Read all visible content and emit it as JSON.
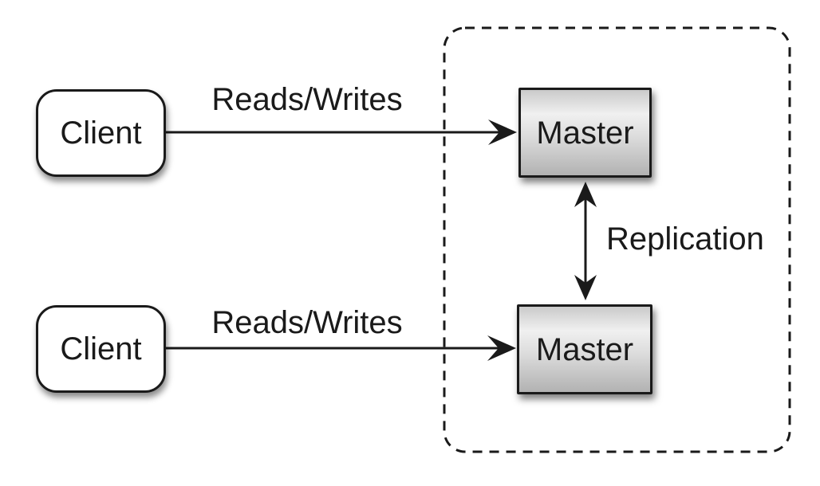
{
  "colors": {
    "canvas_bg": "#ffffff",
    "ink": "#1a1a1a",
    "client_fill": "#ffffff",
    "master_fill_top": "#cacaca",
    "master_fill_light": "#f0f0f0",
    "master_fill_mid": "#dcdcdc",
    "master_fill_bottom": "#b2b2b2"
  },
  "diagram": {
    "type": "architecture-diagram",
    "topic": "master-master-replication"
  },
  "nodes": [
    {
      "id": "client-top",
      "label": "Client"
    },
    {
      "id": "client-bottom",
      "label": "Client"
    },
    {
      "id": "master-top",
      "label": "Master"
    },
    {
      "id": "master-bottom",
      "label": "Master"
    }
  ],
  "edges": [
    {
      "id": "reads-writes-top",
      "label": "Reads/Writes",
      "from": "client-top",
      "to": "master-top",
      "direction": "one-way"
    },
    {
      "id": "reads-writes-bottom",
      "label": "Reads/Writes",
      "from": "client-bottom",
      "to": "master-bottom",
      "direction": "one-way"
    },
    {
      "id": "replication",
      "label": "Replication",
      "from": "master-top",
      "to": "master-bottom",
      "direction": "two-way"
    }
  ]
}
